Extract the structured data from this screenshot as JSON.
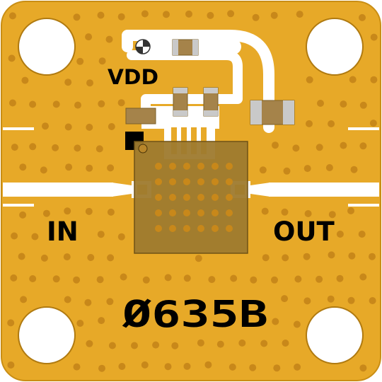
{
  "labels": {
    "vdd": "VDD",
    "input": "IN",
    "output": "OUT",
    "part_number": "Ø635B"
  },
  "colors": {
    "gold": "#E7A928",
    "gold_edge": "#C98E14",
    "via": "#C8881A",
    "trace": "#FFFFFF",
    "package": "#9E7A2E",
    "component": "#A5834A",
    "component_end": "#C9C9C9",
    "text": "#000000"
  },
  "icons": {
    "test_point": "half-filled-circle-icon",
    "mounting_hole": "circle-hole-icon",
    "pin1_marker": "black-square-icon"
  }
}
